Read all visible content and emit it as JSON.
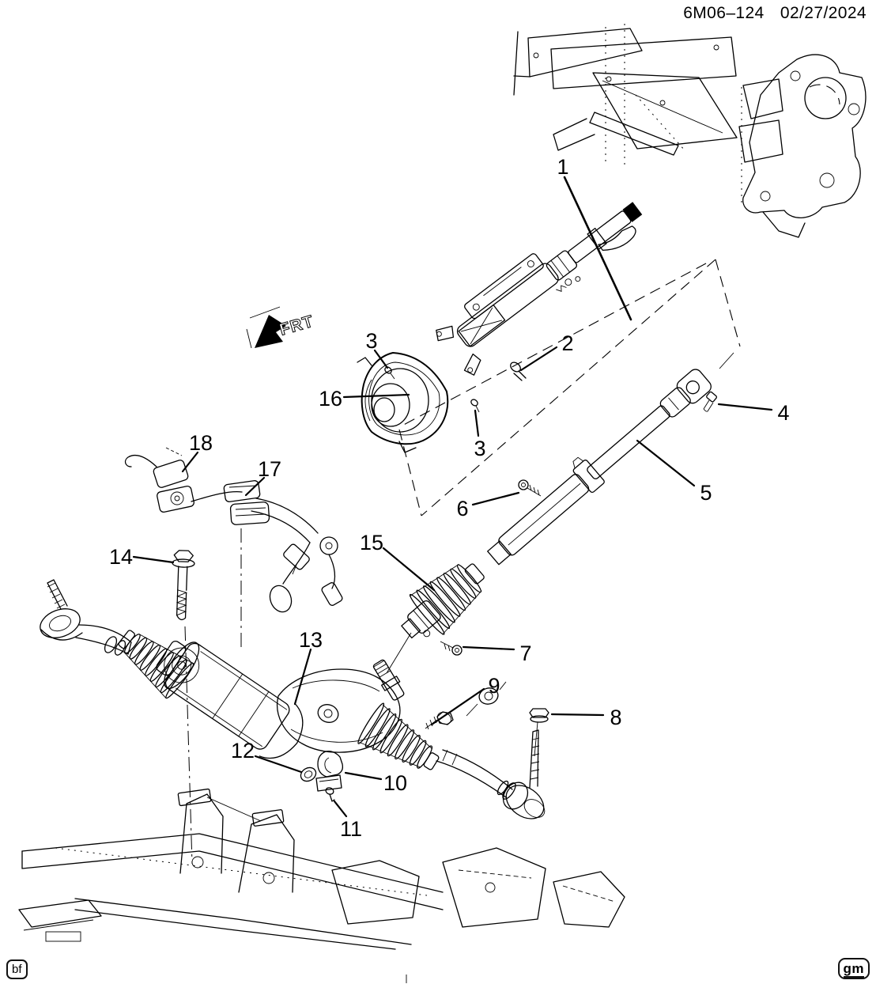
{
  "header": {
    "code": "6M06–124",
    "date": "02/27/2024"
  },
  "footer": {
    "left_mark": "bf",
    "right_mark": "gm"
  },
  "orientation_marker": {
    "label": "FRT"
  },
  "callouts": [
    {
      "num": "1",
      "label": [
        712,
        210
      ],
      "leader": [
        714,
        224,
        798,
        404
      ],
      "w": 2.6
    },
    {
      "num": "2",
      "label": [
        718,
        433
      ],
      "leader": [
        704,
        439,
        659,
        468
      ],
      "w": 2.2
    },
    {
      "num": "3",
      "label": [
        470,
        430
      ],
      "leader": [
        474,
        443,
        490,
        465
      ],
      "w": 2.2
    },
    {
      "num": "3",
      "label": [
        607,
        566
      ],
      "leader": [
        605,
        551,
        601,
        519
      ],
      "w": 2.2
    },
    {
      "num": "4",
      "label": [
        991,
        521
      ],
      "leader": [
        976,
        518,
        909,
        511
      ],
      "w": 2.2
    },
    {
      "num": "5",
      "label": [
        893,
        622
      ],
      "leader": [
        878,
        614,
        806,
        557
      ],
      "w": 2.2
    },
    {
      "num": "6",
      "label": [
        585,
        642
      ],
      "leader": [
        598,
        638,
        656,
        623
      ],
      "w": 2.2
    },
    {
      "num": "7",
      "label": [
        665,
        825
      ],
      "leader": [
        650,
        821,
        586,
        818
      ],
      "w": 2.2
    },
    {
      "num": "8",
      "label": [
        779,
        906
      ],
      "leader": [
        763,
        904,
        698,
        903
      ],
      "w": 2.2
    },
    {
      "num": "9",
      "label": [
        625,
        866
      ],
      "leader": [
        612,
        871,
        546,
        916
      ],
      "w": 2.2
    },
    {
      "num": "10",
      "label": [
        500,
        989
      ],
      "leader": [
        482,
        985,
        437,
        977
      ],
      "w": 2.2
    },
    {
      "num": "11",
      "label": [
        444,
        1047
      ],
      "leader": [
        438,
        1032,
        423,
        1013
      ],
      "w": 2.2
    },
    {
      "num": "12",
      "label": [
        307,
        948
      ],
      "leader": [
        323,
        956,
        381,
        976
      ],
      "w": 2.2
    },
    {
      "num": "13",
      "label": [
        393,
        808
      ],
      "leader": [
        393,
        821,
        373,
        890
      ],
      "w": 2.2
    },
    {
      "num": "14",
      "label": [
        153,
        703
      ],
      "leader": [
        169,
        704,
        219,
        711
      ],
      "w": 2.2
    },
    {
      "num": "15",
      "label": [
        470,
        685
      ],
      "leader": [
        485,
        693,
        549,
        746
      ],
      "w": 2.2
    },
    {
      "num": "16",
      "label": [
        418,
        503
      ],
      "leader": [
        435,
        502,
        517,
        499
      ],
      "w": 2.2
    },
    {
      "num": "17",
      "label": [
        341,
        592
      ],
      "leader": [
        334,
        604,
        311,
        626
      ],
      "w": 2.2
    },
    {
      "num": "18",
      "label": [
        254,
        559
      ],
      "leader": [
        250,
        572,
        231,
        596
      ],
      "w": 2.2
    }
  ]
}
